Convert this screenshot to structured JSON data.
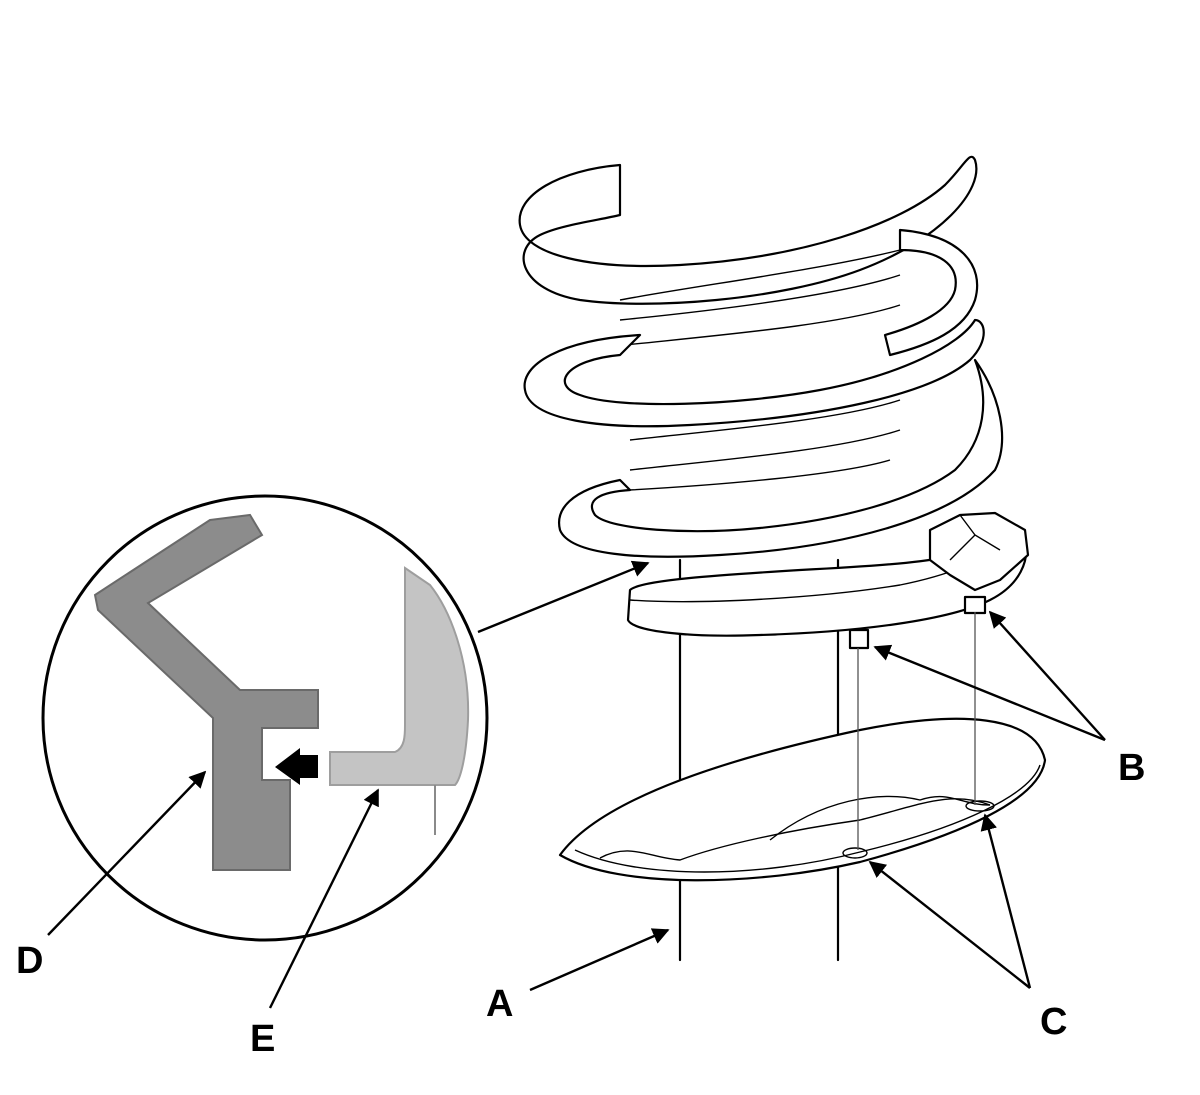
{
  "labels": {
    "a": "A",
    "b": "B",
    "c": "C",
    "d": "D",
    "e": "E"
  },
  "colors": {
    "line": "#000000",
    "part_d_fill": "#8c8c8c",
    "part_e_fill": "#c4c4c4",
    "background": "#ffffff"
  }
}
